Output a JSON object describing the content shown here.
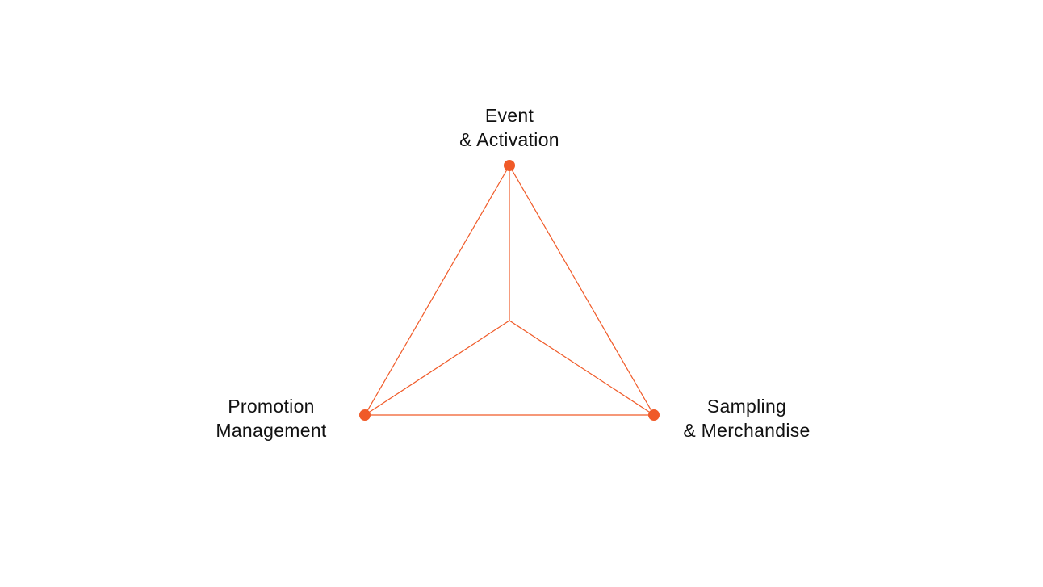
{
  "accent_color": "#F05A28",
  "nodes": {
    "top": {
      "line1": "Event",
      "line2": "& Activation"
    },
    "left": {
      "line1": "Promotion",
      "line2": "Management"
    },
    "right": {
      "line1": "Sampling",
      "line2": "& Merchandise"
    }
  }
}
